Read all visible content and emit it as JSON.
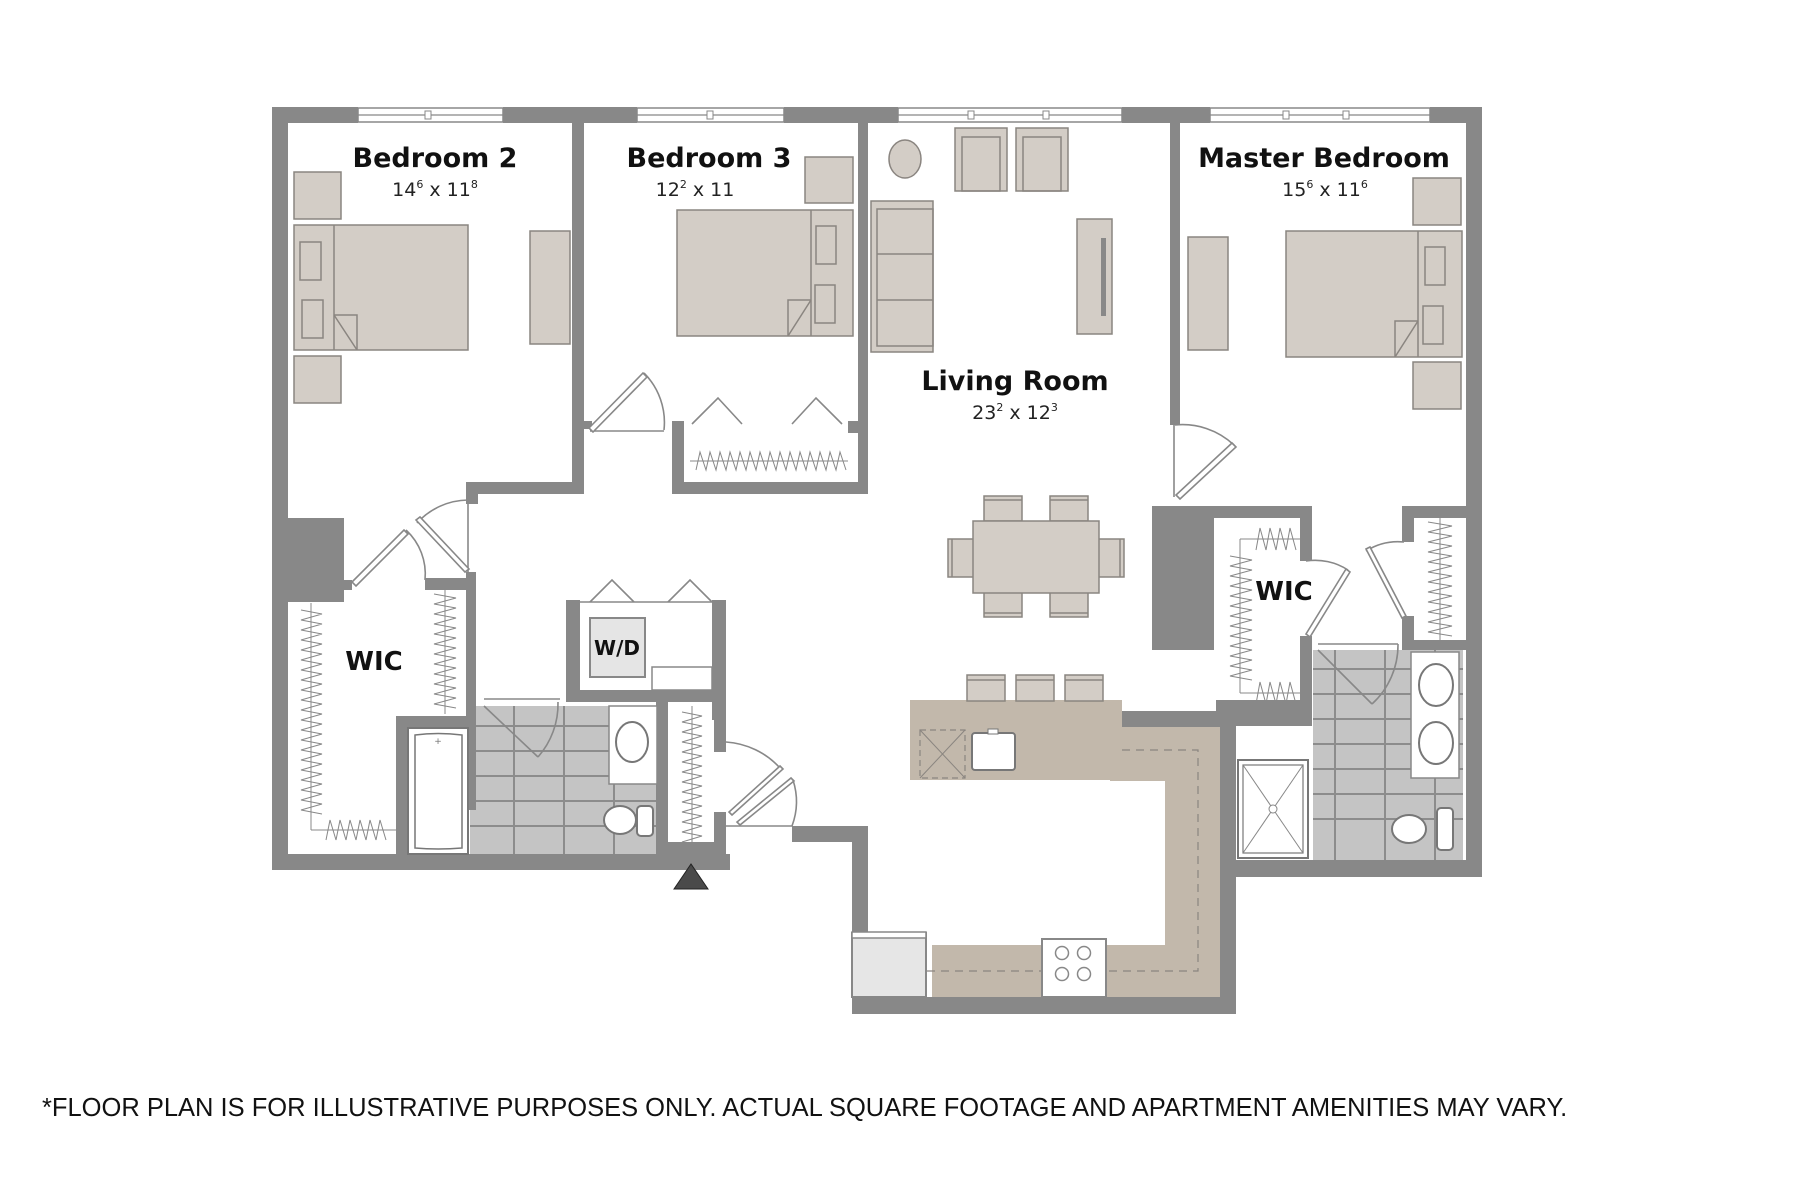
{
  "plan": {
    "rooms": [
      {
        "name": "Bedroom 2",
        "dim_w": "14",
        "dim_w_sup": "6",
        "dim_h": "11",
        "dim_h_sup": "8"
      },
      {
        "name": "Bedroom 3",
        "dim_w": "12",
        "dim_w_sup": "2",
        "dim_h": "11",
        "dim_h_sup": ""
      },
      {
        "name": "Living Room",
        "dim_w": "23",
        "dim_w_sup": "2",
        "dim_h": "12",
        "dim_h_sup": "3"
      },
      {
        "name": "Master Bedroom",
        "dim_w": "15",
        "dim_w_sup": "6",
        "dim_h": "11",
        "dim_h_sup": "6"
      }
    ],
    "closets": [
      {
        "label": "WIC"
      },
      {
        "label": "WIC"
      }
    ],
    "laundry": {
      "label": "W/D"
    },
    "dim_separator": " x ",
    "entry_marker": "entry-arrow"
  },
  "colors": {
    "wall": "#888888",
    "furniture": "#d3cdc6",
    "tile": "#c4c4c4",
    "counter": "#c2b8ab",
    "text": "#111111"
  },
  "disclaimer": "*FLOOR PLAN IS FOR ILLUSTRATIVE PURPOSES ONLY.  ACTUAL SQUARE FOOTAGE AND APARTMENT AMENITIES MAY VARY."
}
